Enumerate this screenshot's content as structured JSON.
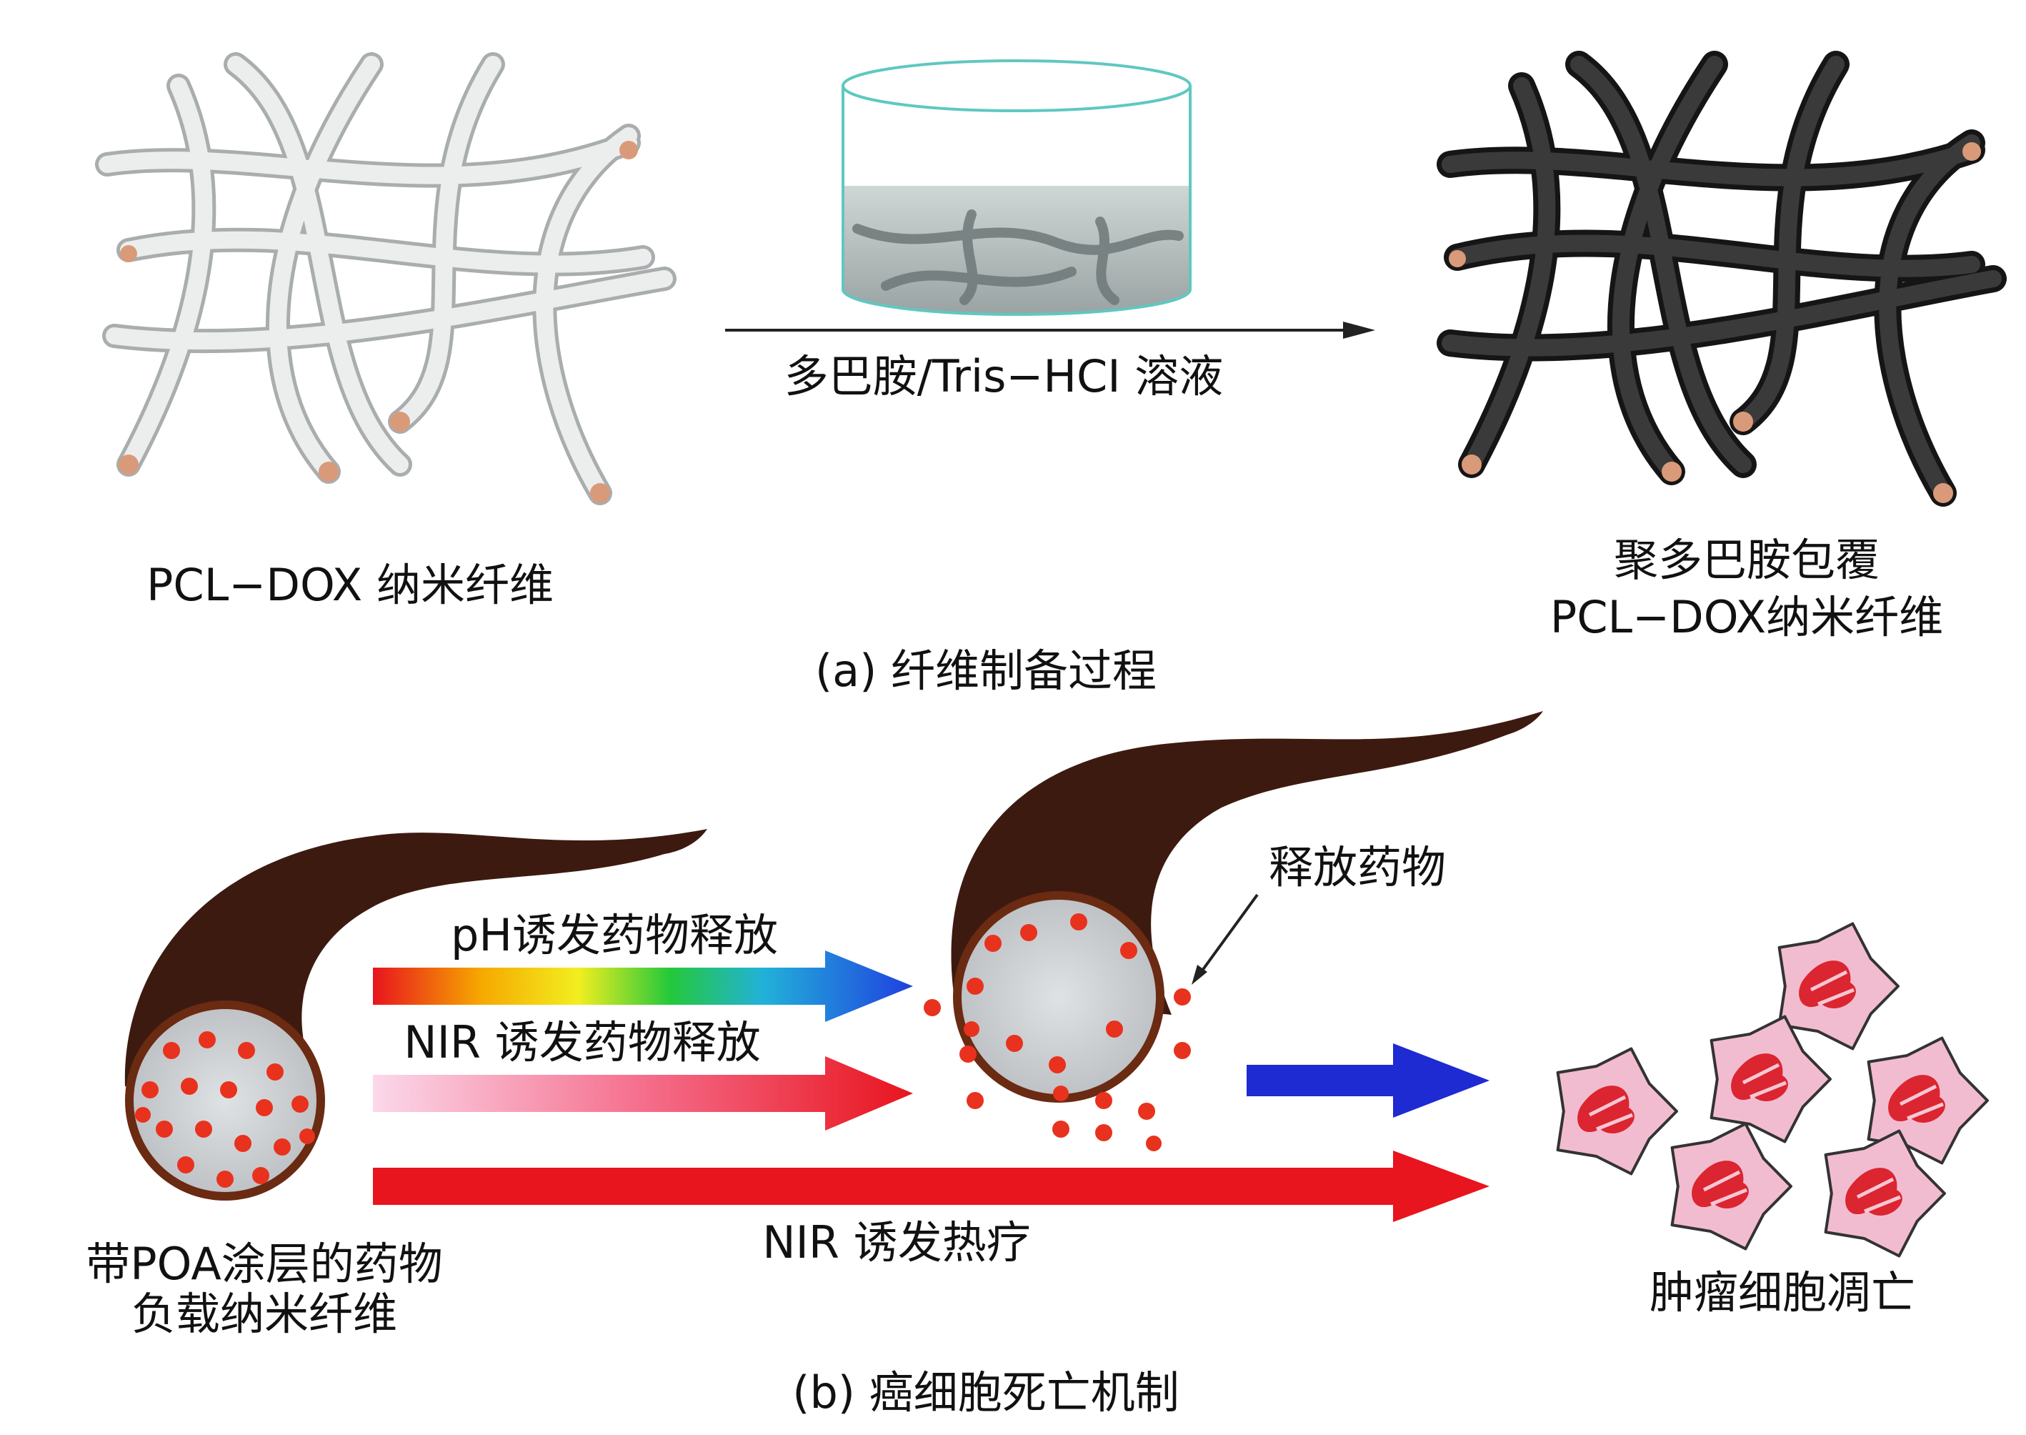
{
  "panel_a": {
    "caption": "(a) 纤维制备过程",
    "left_label": "PCL−DOX 纳米纤维",
    "reaction_label": "多巴胺/Tris−HCI 溶液",
    "right_label_line1": "聚多巴胺包覆",
    "right_label_line2": "PCL−DOX纳米纤维"
  },
  "panel_b": {
    "caption": "(b) 癌细胞死亡机制",
    "fiber_label_line1": "带POA涂层的药物",
    "fiber_label_line2": "负载纳米纤维",
    "ph_arrow_label": "pH诱发药物释放",
    "nir_release_label": "NIR 诱发药物释放",
    "release_label": "释放药物",
    "thermo_label": "NIR 诱发热疗",
    "cell_label": "肿瘤细胞凋亡"
  },
  "colors": {
    "fiber_white": "#e4e6e6",
    "fiber_dark": "#2e2e2e",
    "fiber_end": "#d99a7a",
    "brown_fiber": "#3d1a10",
    "drug_dot": "#e8321e",
    "arrow_red": "#e8141e",
    "arrow_blue": "#1e2ad2",
    "cell_pink": "#f2bcd0",
    "cell_red": "#d8141e"
  }
}
